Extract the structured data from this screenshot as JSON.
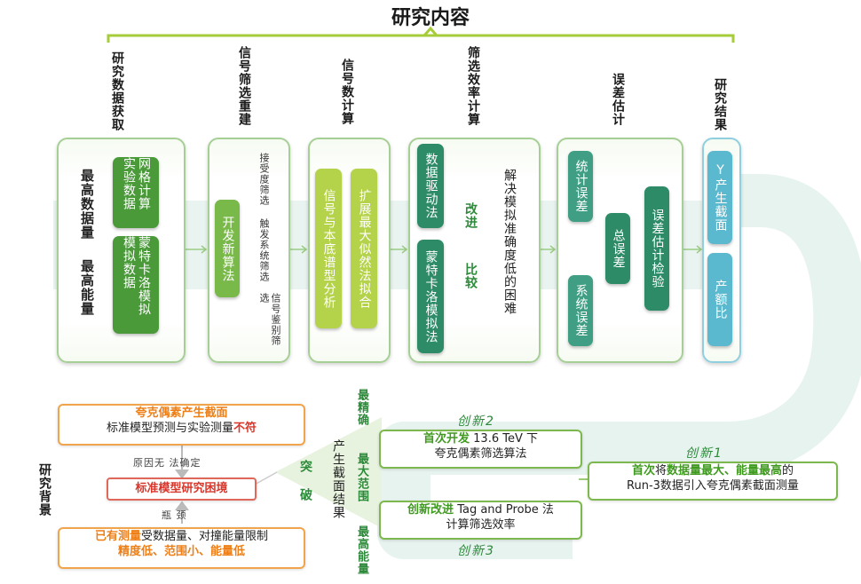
{
  "title": "研究内容",
  "columns": {
    "c1": "研究数据获取",
    "c2": "信号筛选重建",
    "c3": "信号数计算",
    "c4": "筛选效率计算",
    "c5": "误差估计",
    "c6": "研究结果"
  },
  "p1": {
    "side_top": "最高数据量",
    "side_bottom": "最高能量",
    "pill_top": "网格计算 实验数据",
    "pill_bottom": "蒙特卡洛模拟 模拟数据"
  },
  "p2": {
    "pill": "开发新算法",
    "step1": "接受度筛选",
    "step2": "触发系统筛选",
    "step3": "信号鉴别筛选"
  },
  "p3": {
    "pill_left": "信号与本底谱型分析",
    "pill_right": "扩展最大似然法拟合"
  },
  "p4": {
    "pill_top": "数据驱动法",
    "pill_bottom": "蒙特卡洛模拟法",
    "arrow_top": "改进",
    "arrow_bottom": "比较",
    "right_text": "解决模拟准确度低的困难"
  },
  "p5": {
    "stat": "统计误差",
    "sys": "系统误差",
    "total": "总误差",
    "check": "误差估计检验"
  },
  "p6": {
    "top": "Υ产生截面",
    "bottom": "产额比"
  },
  "background": {
    "label": "研究背景",
    "box_top_line1": "夸克偶素产生截面",
    "box_top_line2a": "标准模型预测与实验测量",
    "box_top_line2b": "不符",
    "reason": "原因无 法确定",
    "middle": "标准模型研究困境",
    "bottleneck": "瓶 颈",
    "box_bottom_a": "已有测量",
    "box_bottom_b": "受数据量、对撞能量限制",
    "box_bottom_line2": "精度低、范围小、能量低"
  },
  "breakthrough": {
    "label": "突 破",
    "result_label": "产生截面结果",
    "q1": "最精确",
    "q2": "最大范围",
    "q3": "最高能量"
  },
  "innovations": {
    "i1_title": "创新1",
    "i1_line1a": "首次",
    "i1_line1b": "将",
    "i1_line1c": "数据量最大、能量最高",
    "i1_line1d": "的",
    "i1_line2": "Run-3数据引入夸克偶素截面测量",
    "i2_title": "创新2",
    "i2_line1a": "首次开发",
    "i2_line1b": " 13.6 TeV 下",
    "i2_line2": "夸克偶素筛选算法",
    "i3_title": "创新3",
    "i3_line1a": "创新改进",
    "i3_line1b": " Tag and Probe 法",
    "i3_line2": "计算筛选效率"
  }
}
